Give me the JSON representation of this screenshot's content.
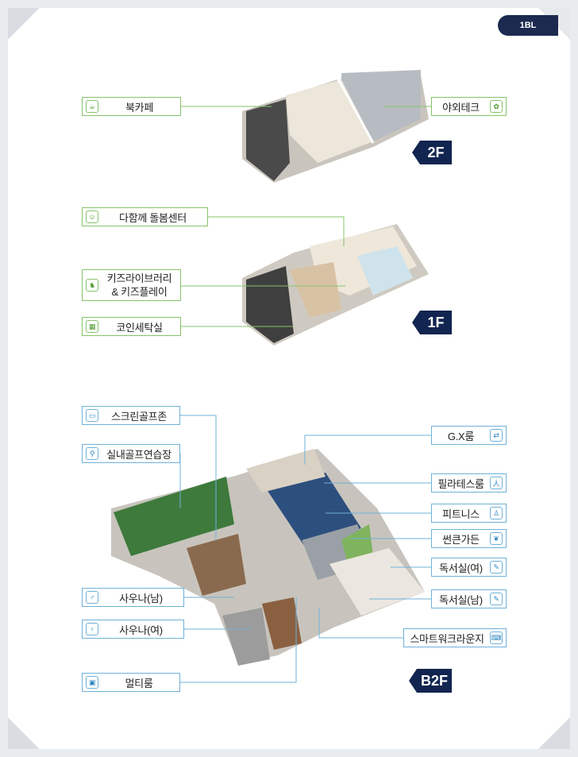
{
  "badge": "1BL",
  "floors": {
    "f2": {
      "tag": "2F",
      "labels": {
        "book_cafe": "북카페",
        "terrace": "야외테크"
      }
    },
    "f1": {
      "tag": "1F",
      "labels": {
        "care_center": "다함께 돌봄센터",
        "kids_line1": "키즈라이브러리",
        "kids_line2": "& 키즈플레이",
        "laundry": "코인세탁실"
      }
    },
    "b2": {
      "tag": "B2F",
      "labels": {
        "screen_golf": "스크린골프존",
        "indoor_golf": "실내골프연습장",
        "sauna_m": "사우나(남)",
        "sauna_f": "사우나(여)",
        "multi": "멀티룸",
        "gx": "G.X룸",
        "pilates": "필라테스룸",
        "fitness": "피트니스",
        "sunken": "썬큰가든",
        "study_f": "독서실(여)",
        "study_m": "독서실(남)",
        "smart_lounge": "스마트워크라운지"
      }
    }
  },
  "colors": {
    "navy": "#122550",
    "green_label": "#86c36b",
    "blue_label": "#6fb1d8"
  },
  "icons": [
    "cup-icon",
    "plant-icon",
    "people-icon",
    "horse-icon",
    "washer-icon",
    "golf-screen-icon",
    "golfer-icon",
    "male-icon",
    "female-icon",
    "monitor-icon",
    "gx-icon",
    "pilates-icon",
    "fitness-icon",
    "garden-icon",
    "study-icon",
    "laptop-icon"
  ]
}
